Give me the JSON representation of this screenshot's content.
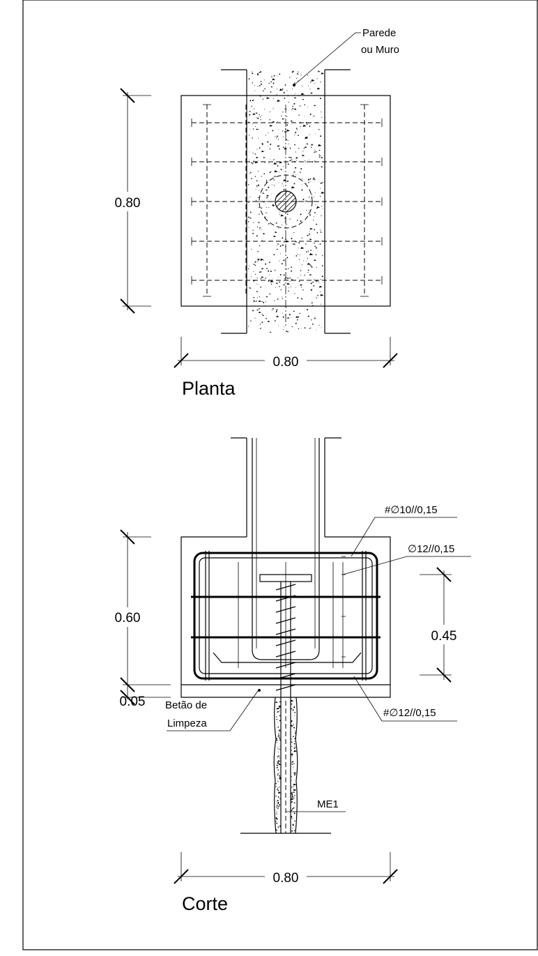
{
  "plan": {
    "title": "Planta",
    "dim_height": "0.80",
    "dim_width": "0.80",
    "callout_wall_line1": "Parede",
    "callout_wall_line2": "ou Muro"
  },
  "section": {
    "title": "Corte",
    "dim_footing_height": "0.60",
    "dim_lean_concrete": "0.05",
    "dim_rebar_height": "0.45",
    "dim_width": "0.80",
    "callout_top_mesh": "#∅10//0,15",
    "callout_stirrups": "∅12//0,15",
    "callout_bottom_mesh": "#∅12//0,15",
    "callout_lean_line1": "Betão de",
    "callout_lean_line2": "Limpeza",
    "callout_micropile": "ME1"
  },
  "colors": {
    "line": "#000000",
    "background": "#ffffff"
  }
}
